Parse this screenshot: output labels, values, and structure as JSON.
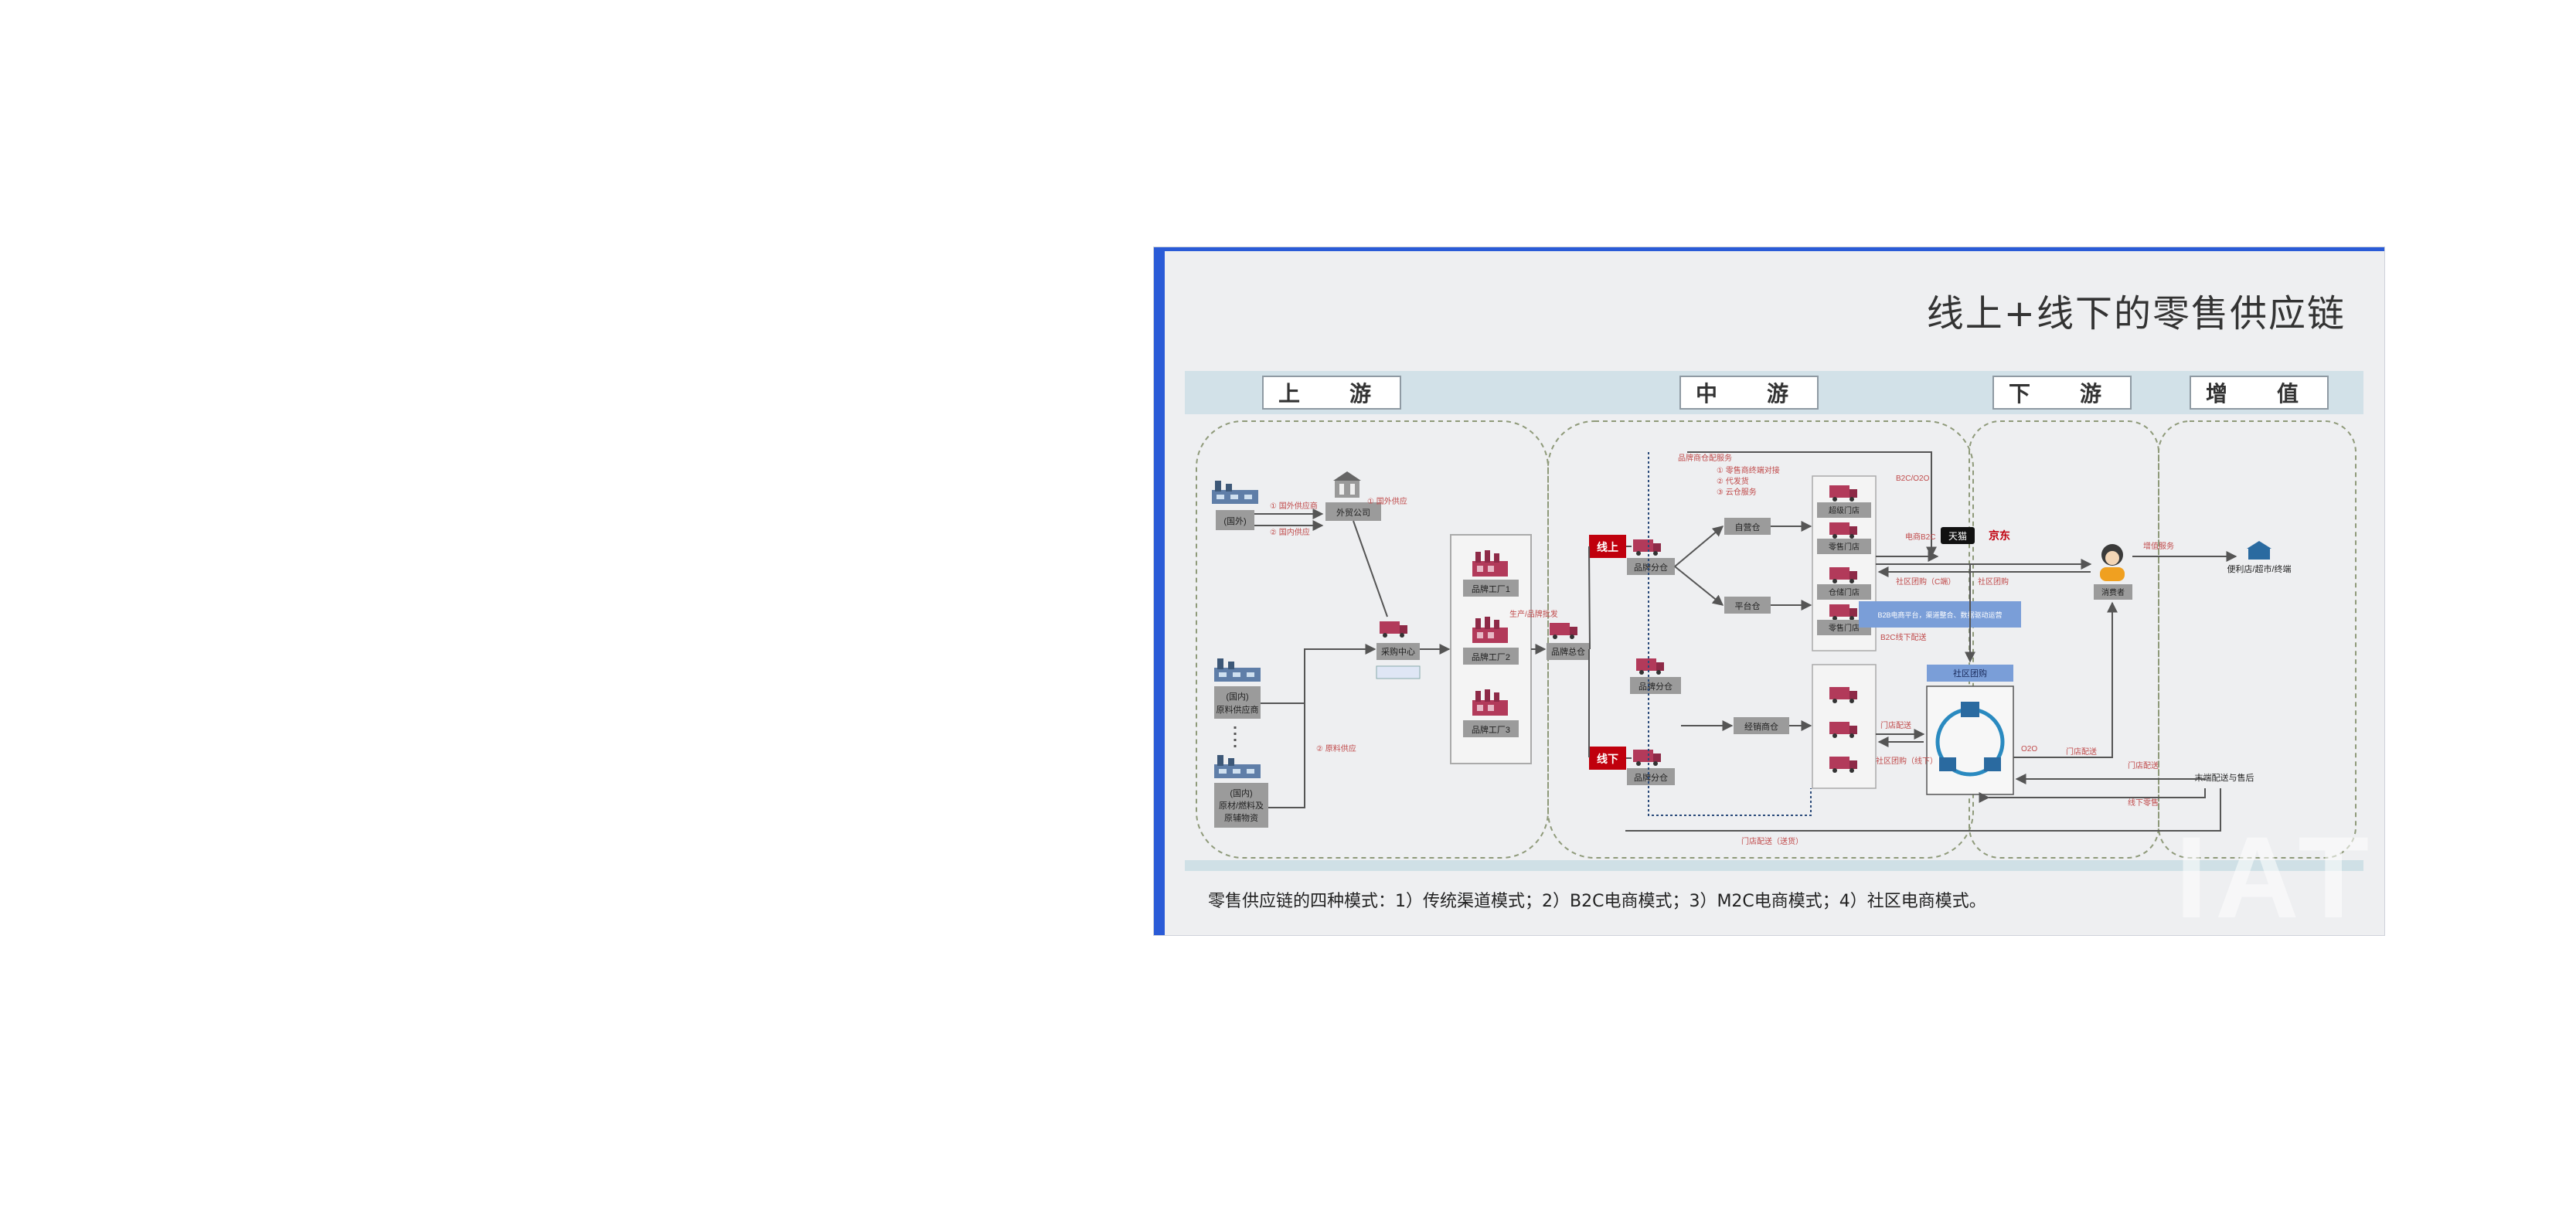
{
  "slide": {
    "title": "线上+线下的零售供应链",
    "sections": [
      "上　游",
      "中　游",
      "下　游",
      "增　值"
    ],
    "caption": "零售供应链的四种模式：1）传统渠道模式；2）B2C电商模式；3）M2C电商模式；4）社区电商模式。",
    "watermark": "IAT"
  },
  "nodes": {
    "supplier_top": "(国外)",
    "supplier_mid_1": "(国内)",
    "supplier_mid_2": "原料供应商",
    "supplier_bot_1": "(国内)",
    "supplier_bot_2": "原材/燃料及",
    "supplier_bot_3": "原辅物资",
    "trade_co": "外贸公司",
    "procurement": "采购中心",
    "factory_1": "品牌工厂1",
    "factory_2": "品牌工厂2",
    "factory_3": "品牌工厂3",
    "brand_dc": "品牌总仓",
    "online_tag": "线上",
    "offline_tag": "线下",
    "online_wh": "品牌分仓",
    "offline_wh": "品牌分仓",
    "mid_wh": "品牌分仓",
    "platform_1": "自营仓",
    "platform_2": "平台仓",
    "distributor": "经销商仓",
    "store_1": "超级门店",
    "store_2": "零售门店",
    "store_3": "仓储门店",
    "store_4": "零售门店",
    "community": "社区团购",
    "consumer": "消费者",
    "value_add": "便利店/超市/终端",
    "logistics": "末端配送与售后",
    "platform_banner": "B2B电商平台，渠道整合、数据驱动运营",
    "tmall_logo": "天猫",
    "jd_logo": "京东"
  },
  "edge_labels": {
    "e1": "① 国外供应商",
    "e2": "② 国内供应",
    "e3": "① 国外供应",
    "e4": "② 原料供应",
    "e5": "生产/品牌批发",
    "e6": "品牌商仓配服务",
    "e7": "① 零售商终端对接",
    "e8": "② 代发货",
    "e9": "③ 云仓服务",
    "e10": "B2C/O2O",
    "e11": "电商B2C",
    "e12": "社区团购（C端）",
    "e13": "社区团购",
    "e14": "B2C线下配送",
    "e15": "门店配送",
    "e16": "社区团购（线下）",
    "e17": "O2O",
    "e18": "门店配送",
    "e19": "门店配送",
    "e20": "线下零售",
    "e21": "增值服务",
    "e22": "门店配送（送货）"
  },
  "colors": {
    "accent": "#2a5bd7",
    "tag_red": "#c0000d",
    "factory": "#b23a5a",
    "box_gray": "#9b9b9b",
    "edge_red": "#c04a4a",
    "banner": "#7a9ed8",
    "community": "#2a8ac0"
  }
}
